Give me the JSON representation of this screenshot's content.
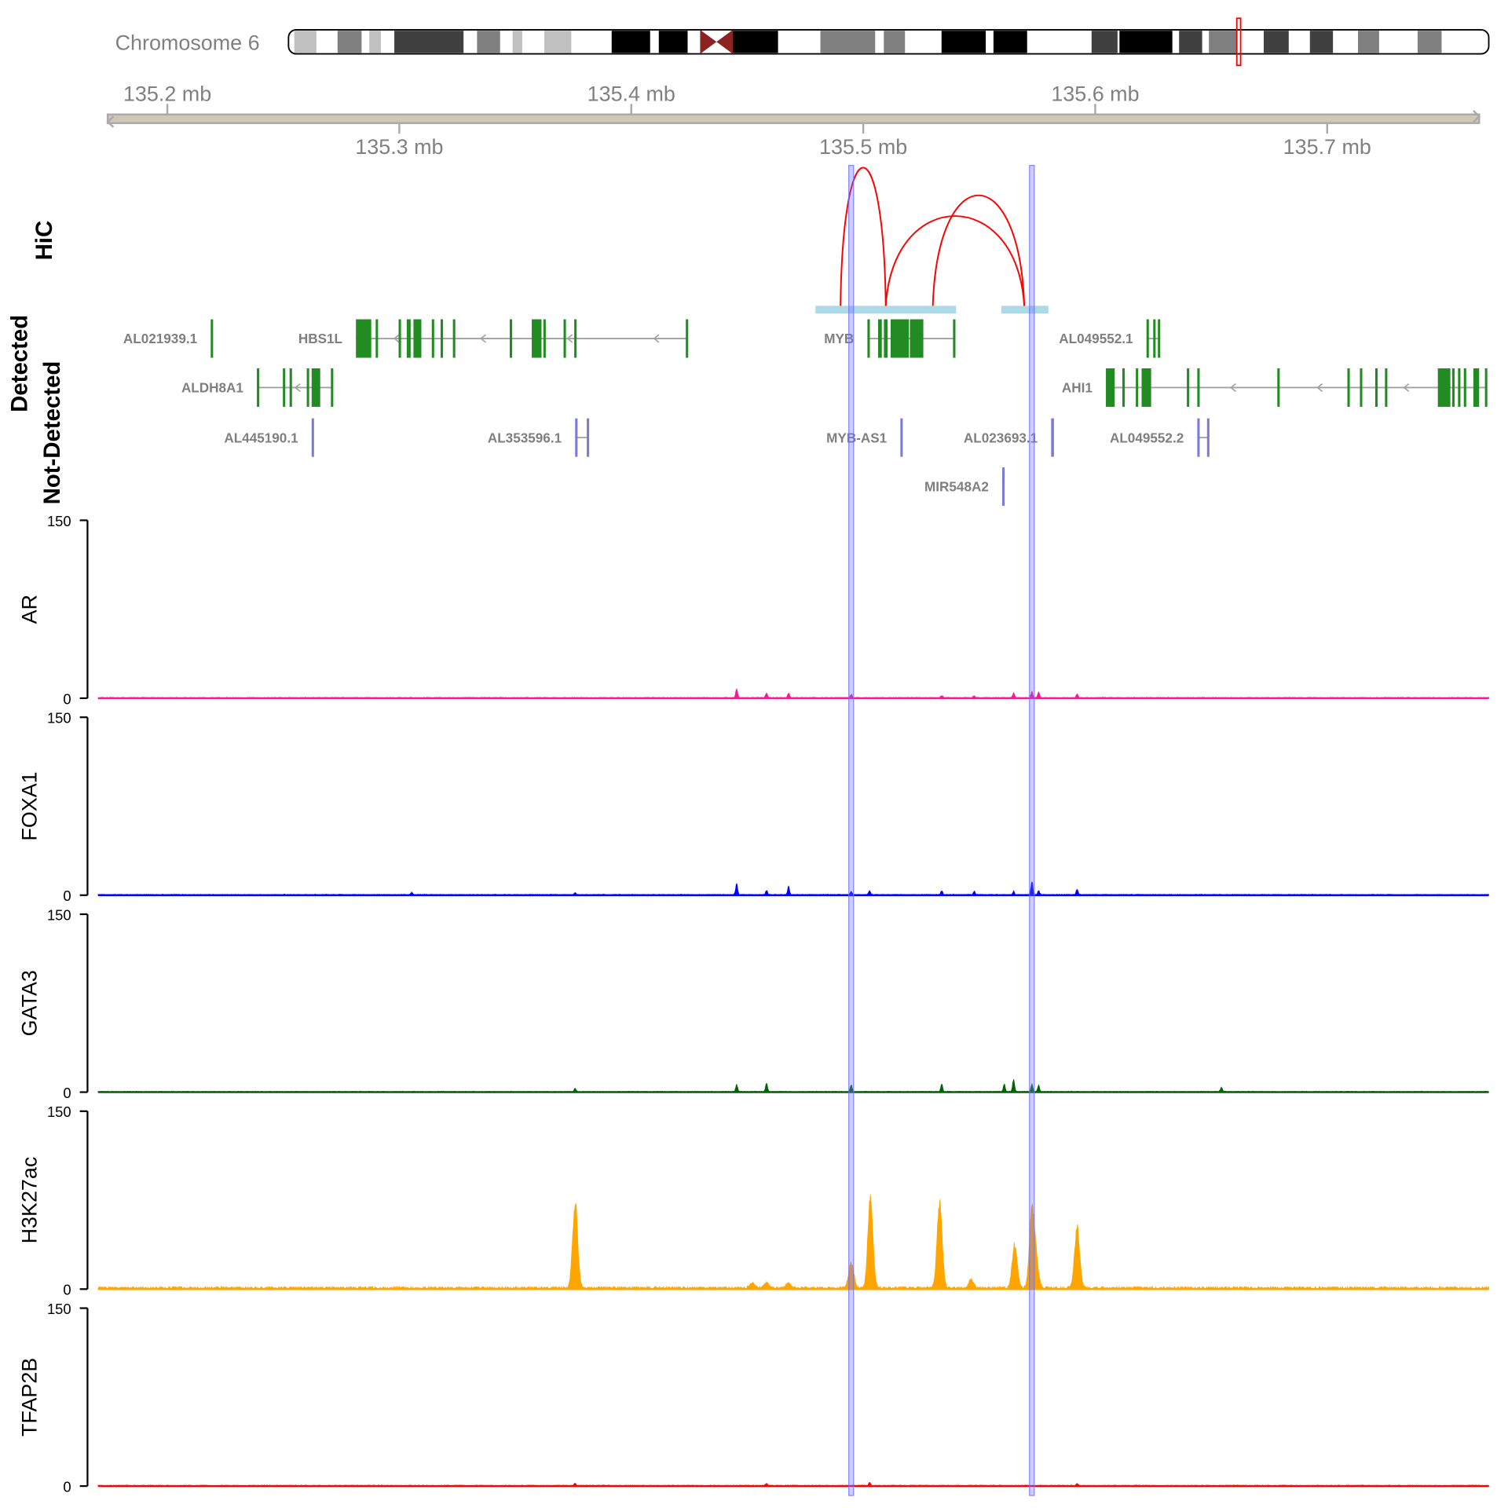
{
  "chart_data": {
    "type": "genome-browser",
    "chromosome_label": "Chromosome 6",
    "axis": {
      "unit": "mb",
      "range_mb": [
        135.174,
        135.766
      ],
      "ticks": [
        {
          "value": 135.2,
          "label": "135.2 mb",
          "side": "top"
        },
        {
          "value": 135.3,
          "label": "135.3 mb",
          "side": "bottom"
        },
        {
          "value": 135.4,
          "label": "135.4 mb",
          "side": "top"
        },
        {
          "value": 135.5,
          "label": "135.5 mb",
          "side": "bottom"
        },
        {
          "value": 135.6,
          "label": "135.6 mb",
          "side": "top"
        },
        {
          "value": 135.7,
          "label": "135.7 mb",
          "side": "bottom"
        }
      ],
      "strand_direction": "both"
    },
    "highlights_mb": [
      135.4948,
      135.5727
    ],
    "highlight_color": "#6f6fff",
    "hic": {
      "label": "HiC",
      "arc_color": "#ff0000",
      "anchor_color": "#add8e6",
      "anchors": [
        [
          135.4794,
          135.54
        ],
        [
          135.5595,
          135.5798
        ]
      ],
      "arcs": [
        {
          "start": 135.4902,
          "end": 135.5097,
          "score": 1.0
        },
        {
          "start": 135.5097,
          "end": 135.5694,
          "score": 0.65
        },
        {
          "start": 135.53,
          "end": 135.5694,
          "score": 0.8
        }
      ]
    },
    "genes": {
      "group_labels": [
        "Detected",
        "Not-Detected"
      ],
      "detected_color": "#228b22",
      "not_detected_color": "#7b7bd6",
      "items": [
        {
          "name": "AL021939.1",
          "group": "Detected",
          "row": 0,
          "strand": "-",
          "exons": [
            [
              135.2187,
              135.2195
            ]
          ]
        },
        {
          "name": "HBS1L",
          "group": "Detected",
          "row": 0,
          "strand": "-",
          "exons": [
            [
              135.2813,
              135.2879
            ],
            [
              135.2898,
              135.2906
            ],
            [
              135.2997,
              135.3005
            ],
            [
              135.3032,
              135.3049
            ],
            [
              135.3061,
              135.3095
            ],
            [
              135.314,
              135.3148
            ],
            [
              135.3178,
              135.3186
            ],
            [
              135.3231,
              135.3239
            ],
            [
              135.3476,
              135.3484
            ],
            [
              135.3571,
              135.3613
            ],
            [
              135.3621,
              135.3629
            ],
            [
              135.3708,
              135.3716
            ],
            [
              135.3754,
              135.3762
            ],
            [
              135.4235,
              135.4243
            ]
          ]
        },
        {
          "name": "MYB",
          "group": "Detected",
          "row": 0,
          "strand": "+",
          "exons": [
            [
              135.5018,
              135.5026
            ],
            [
              135.5064,
              135.508
            ],
            [
              135.5089,
              135.5105
            ],
            [
              135.5118,
              135.5197
            ],
            [
              135.5201,
              135.5259
            ],
            [
              135.5387,
              135.5395
            ]
          ]
        },
        {
          "name": "AL049552.1",
          "group": "Detected",
          "row": 0,
          "strand": "+",
          "exons": [
            [
              135.6221,
              135.6229
            ],
            [
              135.625,
              135.6258
            ],
            [
              135.627,
              135.6278
            ]
          ]
        },
        {
          "name": "ALDH8A1",
          "group": "Detected",
          "row": 1,
          "strand": "-",
          "exons": [
            [
              135.2386,
              135.2394
            ],
            [
              135.2498,
              135.2506
            ],
            [
              135.2527,
              135.2535
            ],
            [
              135.2601,
              135.2609
            ],
            [
              135.2622,
              135.2659
            ],
            [
              135.2705,
              135.2713
            ]
          ]
        },
        {
          "name": "AHI1",
          "group": "Detected",
          "row": 1,
          "strand": "-",
          "exons": [
            [
              135.6046,
              135.6084
            ],
            [
              135.6117,
              135.6125
            ],
            [
              135.6175,
              135.6183
            ],
            [
              135.62,
              135.6241
            ],
            [
              135.6395,
              135.6403
            ],
            [
              135.644,
              135.6448
            ],
            [
              135.6785,
              135.6793
            ],
            [
              135.7087,
              135.7095
            ],
            [
              135.7141,
              135.7149
            ],
            [
              135.7207,
              135.7215
            ],
            [
              135.7249,
              135.7257
            ],
            [
              135.7477,
              135.7531
            ],
            [
              135.7539,
              135.7547
            ],
            [
              135.7564,
              135.7572
            ],
            [
              135.7589,
              135.7597
            ],
            [
              135.763,
              135.7655
            ],
            [
              135.768,
              135.7688
            ]
          ]
        },
        {
          "name": "AL445190.1",
          "group": "Not-Detected",
          "row": 2,
          "strand": "+",
          "exons": [
            [
              135.2622,
              135.2632
            ]
          ]
        },
        {
          "name": "AL353596.1",
          "group": "Not-Detected",
          "row": 2,
          "strand": "+",
          "exons": [
            [
              135.3758,
              135.3766
            ],
            [
              135.3808,
              135.3816
            ]
          ]
        },
        {
          "name": "MYB-AS1",
          "group": "Not-Detected",
          "row": 2,
          "strand": "-",
          "exons": [
            [
              135.516,
              135.517
            ]
          ]
        },
        {
          "name": "AL023693.1",
          "group": "Not-Detected",
          "row": 2,
          "strand": "+",
          "exons": [
            [
              135.581,
              135.5822
            ]
          ]
        },
        {
          "name": "AL049552.2",
          "group": "Not-Detected",
          "row": 2,
          "strand": "+",
          "exons": [
            [
              135.644,
              135.6448
            ],
            [
              135.6482,
              135.649
            ]
          ]
        },
        {
          "name": "MIR548A2",
          "group": "Not-Detected",
          "row": 3,
          "strand": "+",
          "exons": [
            [
              135.5599,
              135.5607
            ]
          ]
        }
      ]
    },
    "signal_tracks": [
      {
        "name": "AR",
        "color": "#ff1493",
        "ylim": [
          0,
          150
        ],
        "ytick_labels": [
          "150",
          "0"
        ],
        "peaks": [
          [
            135.4454,
            8
          ],
          [
            135.4583,
            4
          ],
          [
            135.4678,
            4
          ],
          [
            135.4948,
            3
          ],
          [
            135.5338,
            2
          ],
          [
            135.5478,
            2
          ],
          [
            135.5648,
            4
          ],
          [
            135.5727,
            6
          ],
          [
            135.5756,
            5
          ],
          [
            135.5922,
            3
          ]
        ]
      },
      {
        "name": "FOXA1",
        "color": "#0000ff",
        "ylim": [
          0,
          150
        ],
        "ytick_labels": [
          "150",
          "0"
        ],
        "peaks": [
          [
            135.4454,
            10
          ],
          [
            135.4583,
            4
          ],
          [
            135.4678,
            7
          ],
          [
            135.4948,
            3
          ],
          [
            135.5027,
            4
          ],
          [
            135.5338,
            4
          ],
          [
            135.5478,
            3
          ],
          [
            135.5648,
            3
          ],
          [
            135.5727,
            12
          ],
          [
            135.5756,
            4
          ],
          [
            135.5922,
            5
          ],
          [
            135.3053,
            2
          ],
          [
            135.3758,
            2
          ]
        ]
      },
      {
        "name": "GATA3",
        "color": "#006400",
        "ylim": [
          0,
          150
        ],
        "ytick_labels": [
          "150",
          "0"
        ],
        "peaks": [
          [
            135.4454,
            6
          ],
          [
            135.4583,
            8
          ],
          [
            135.4948,
            6
          ],
          [
            135.5338,
            7
          ],
          [
            135.5608,
            7
          ],
          [
            135.5648,
            11
          ],
          [
            135.5727,
            7
          ],
          [
            135.5756,
            6
          ],
          [
            135.3758,
            3
          ],
          [
            135.6544,
            4
          ]
        ]
      },
      {
        "name": "H3K27ac",
        "color": "#ffa500",
        "ylim": [
          0,
          150
        ],
        "ytick_labels": [
          "150",
          "0"
        ],
        "peaks": [
          [
            135.3758,
            77
          ],
          [
            135.4948,
            23
          ],
          [
            135.5031,
            80
          ],
          [
            135.5329,
            77
          ],
          [
            135.5653,
            39
          ],
          [
            135.5727,
            67
          ],
          [
            135.5745,
            22
          ],
          [
            135.5922,
            55
          ],
          [
            135.4522,
            5
          ],
          [
            135.4583,
            5
          ],
          [
            135.4678,
            4
          ],
          [
            135.5465,
            8
          ]
        ]
      },
      {
        "name": "TFAP2B",
        "color": "#ff0000",
        "ylim": [
          0,
          150
        ],
        "ytick_labels": [
          "150",
          "0"
        ],
        "peaks": [
          [
            135.5027,
            3
          ],
          [
            135.4583,
            2
          ],
          [
            135.3758,
            2
          ],
          [
            135.5922,
            2
          ]
        ]
      }
    ]
  }
}
